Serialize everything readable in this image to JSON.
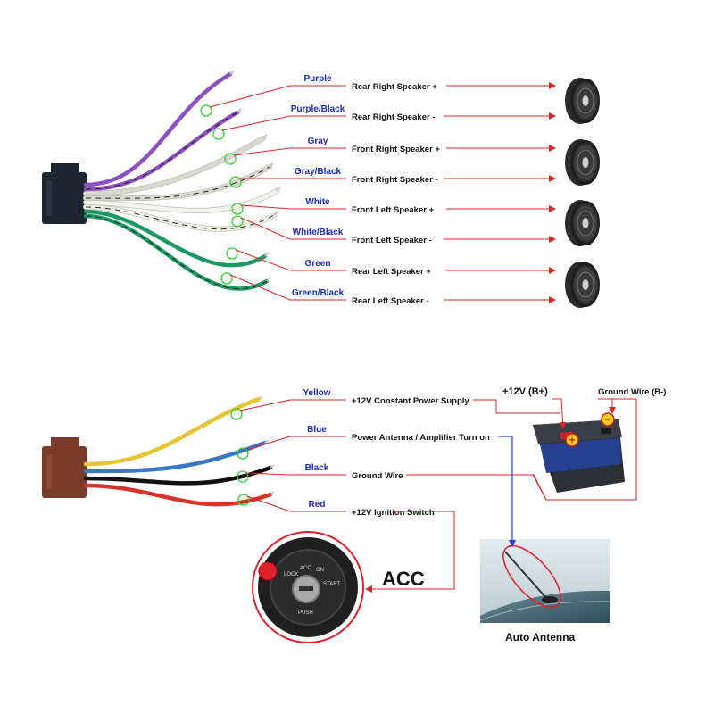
{
  "speaker_section": {
    "wires": [
      {
        "color_name": "Purple",
        "function": "Rear Right Speaker +",
        "wire_hex": "#8e4fc4",
        "stripe_hex": null
      },
      {
        "color_name": "Purple/Black",
        "function": "Rear Right Speaker -",
        "wire_hex": "#8e4fc4",
        "stripe_hex": "#222222"
      },
      {
        "color_name": "Gray",
        "function": "Front Right Speaker +",
        "wire_hex": "#d9d9d0",
        "stripe_hex": null
      },
      {
        "color_name": "Gray/Black",
        "function": "Front Right Speaker -",
        "wire_hex": "#d9d9d0",
        "stripe_hex": "#222222"
      },
      {
        "color_name": "White",
        "function": "Front Left Speaker +",
        "wire_hex": "#f4f4ee",
        "stripe_hex": null
      },
      {
        "color_name": "White/Black",
        "function": "Front Left Speaker -",
        "wire_hex": "#f4f4ee",
        "stripe_hex": "#222222"
      },
      {
        "color_name": "Green",
        "function": "Rear Left Speaker +",
        "wire_hex": "#1d9a63",
        "stripe_hex": null
      },
      {
        "color_name": "Green/Black",
        "function": "Rear Left Speaker -",
        "wire_hex": "#1d9a63",
        "stripe_hex": "#222222"
      }
    ],
    "speaker_icon": "speaker-icon",
    "connector_color": "#1e2530"
  },
  "power_section": {
    "wires": [
      {
        "color_name": "Yellow",
        "function": "+12V Constant Power Supply",
        "wire_hex": "#e5c531"
      },
      {
        "color_name": "Blue",
        "function": "Power Antenna / Amplifier Turn on",
        "wire_hex": "#3a76c4"
      },
      {
        "color_name": "Black",
        "function": "Ground Wire",
        "wire_hex": "#111111"
      },
      {
        "color_name": "Red",
        "function": "+12V  Ignition Switch",
        "wire_hex": "#d8322a"
      }
    ],
    "connector_color": "#7a3a2a",
    "battery": {
      "positive_label": "+12V  (B+)",
      "negative_label": "Ground Wire (B-)",
      "icon": "car-battery-icon"
    },
    "antenna": {
      "caption": "Auto Antenna",
      "icon": "car-antenna-photo"
    },
    "ignition": {
      "caption": "ACC",
      "key_labels": [
        "LOCK",
        "ACC",
        "ON",
        "START",
        "PUSH"
      ],
      "icon": "ignition-switch-icon"
    }
  },
  "colors": {
    "label_blue": "#1d2bb0",
    "line_red": "#d92626",
    "line_blue": "#2a3fd6",
    "highlight_green": "#2fd12f"
  }
}
